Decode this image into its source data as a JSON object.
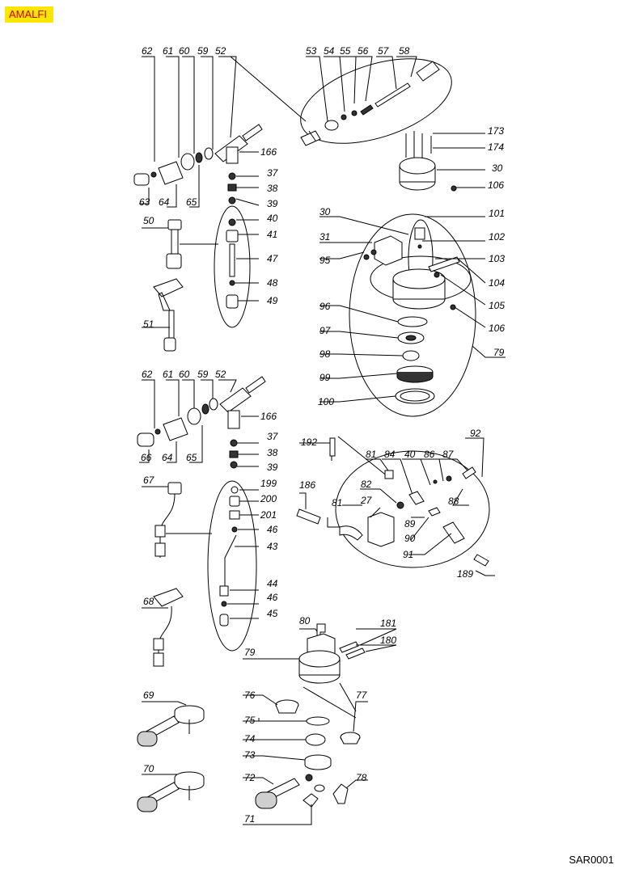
{
  "header": {
    "model": "AMALFI"
  },
  "footer": {
    "code": "SAR0001"
  },
  "colors": {
    "badge_bg": "#ffe600",
    "badge_text": "#cc0000"
  },
  "labels": {
    "l62a": "62",
    "l61a": "61",
    "l60a": "60",
    "l59a": "59",
    "l52a": "52",
    "l53": "53",
    "l54": "54",
    "l55": "55",
    "l56": "56",
    "l57": "57",
    "l58": "58",
    "l166a": "166",
    "l37a": "37",
    "l38a": "38",
    "l39a": "39",
    "l63": "63",
    "l64a": "64",
    "l65a": "65",
    "l173": "173",
    "l174": "174",
    "l30a": "30",
    "l106a": "106",
    "l50": "50",
    "l40a": "40",
    "l41": "41",
    "l47": "47",
    "l48": "48",
    "l49": "49",
    "l51": "51",
    "l30b": "30",
    "l31": "31",
    "l95": "95",
    "l101": "101",
    "l102": "102",
    "l103": "103",
    "l104": "104",
    "l105": "105",
    "l106b": "106",
    "l96": "96",
    "l97": "97",
    "l98": "98",
    "l99": "99",
    "l100": "100",
    "l79a": "79",
    "l62b": "62",
    "l61b": "61",
    "l60b": "60",
    "l59b": "59",
    "l52b": "52",
    "l166b": "166",
    "l37b": "37",
    "l38b": "38",
    "l39b": "39",
    "l66": "66",
    "l64b": "64",
    "l65b": "65",
    "l192": "192",
    "l92": "92",
    "l81a": "81",
    "l84": "84",
    "l40b": "40",
    "l86": "86",
    "l87": "87",
    "l186": "186",
    "l82": "82",
    "l27": "27",
    "l81b": "81",
    "l88": "88",
    "l89": "89",
    "l90": "90",
    "l91": "91",
    "l189": "189",
    "l67": "67",
    "l199": "199",
    "l200": "200",
    "l201": "201",
    "l46a": "46",
    "l43": "43",
    "l68": "68",
    "l44": "44",
    "l46b": "46",
    "l45": "45",
    "l80": "80",
    "l181": "181",
    "l180": "180",
    "l79b": "79",
    "l76": "76",
    "l77": "77",
    "l75": "75",
    "l74": "74",
    "l73": "73",
    "l72": "72",
    "l78": "78",
    "l71": "71",
    "l69": "69",
    "l70": "70"
  }
}
